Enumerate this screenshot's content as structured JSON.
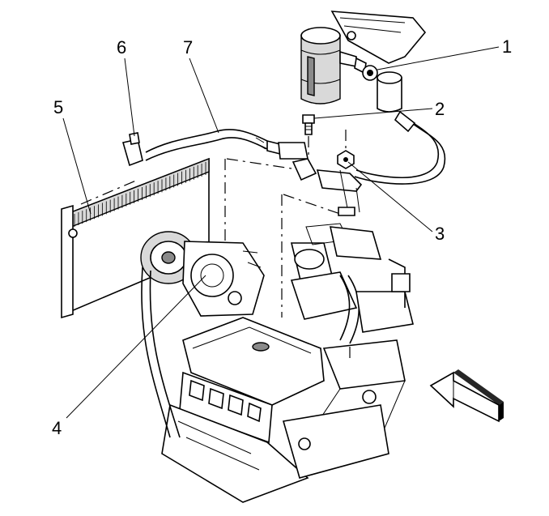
{
  "callouts": [
    {
      "id": "1",
      "label": "1"
    },
    {
      "id": "2",
      "label": "2"
    },
    {
      "id": "3",
      "label": "3"
    },
    {
      "id": "4",
      "label": "4"
    },
    {
      "id": "5",
      "label": "5"
    },
    {
      "id": "6",
      "label": "6"
    },
    {
      "id": "7",
      "label": "7"
    }
  ],
  "colors": {
    "line": "#000000",
    "background": "#ffffff",
    "shade": "#d9d9d9"
  }
}
